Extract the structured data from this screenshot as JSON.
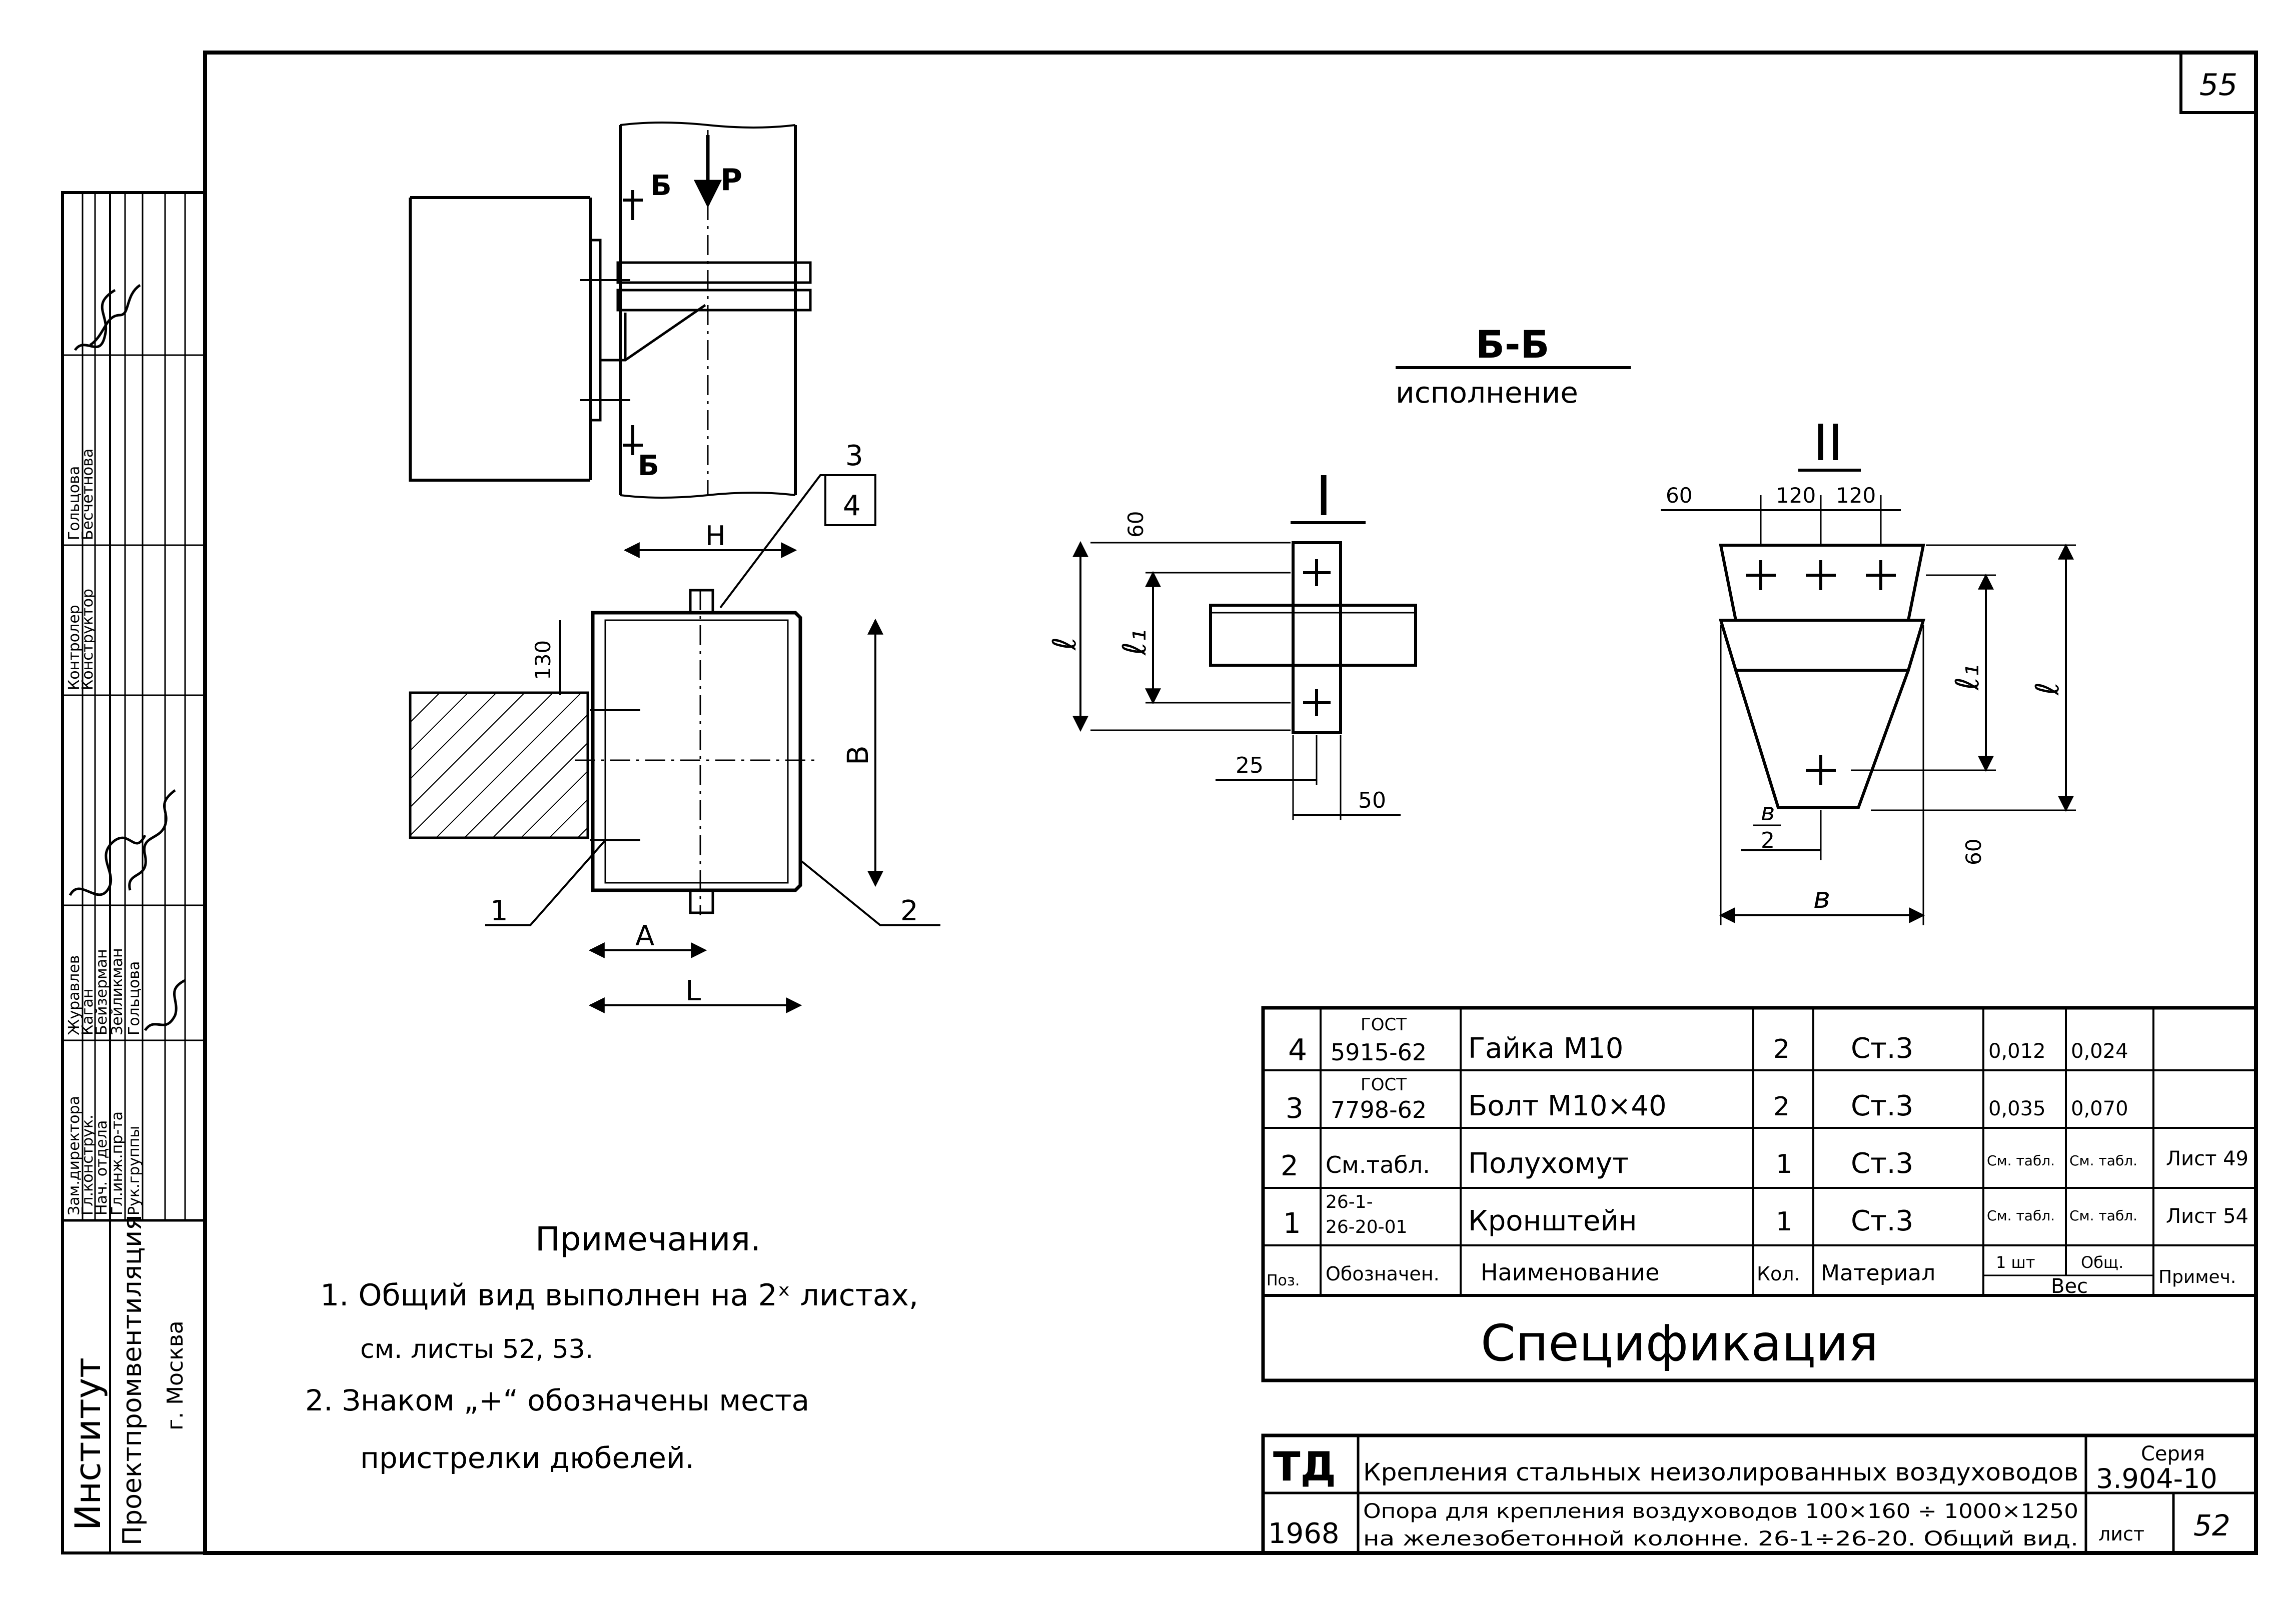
{
  "sheet": {
    "page_number": "55",
    "sheet_number": "52"
  },
  "side_stamp": {
    "institute": "Институт",
    "institute_name": "Проектпромвентиляция",
    "city": "г. Москва",
    "roles": [
      "Зам.директора",
      "Гл.конструк.",
      "Нач. отдела",
      "Гл.инж.пр-та",
      "Рук.группы"
    ],
    "names": [
      "Журавлев",
      "Каган",
      "Бейзерман",
      "Зейликман",
      "Гольцова"
    ],
    "roles2": [
      "Контролер",
      "Конструктор"
    ],
    "names2": [
      "Гольцова",
      "Бесчетнова"
    ]
  },
  "drawing": {
    "section_mark": "Б",
    "load_label": "P",
    "section_title": "Б-Б",
    "section_subtitle": "исполнение",
    "variant_1": "I",
    "variant_2": "II",
    "dims": {
      "H": "H",
      "B": "B",
      "A": "A",
      "L": "L",
      "d130": "130",
      "d60": "60",
      "l": "ℓ",
      "l1": "ℓ₁",
      "d25": "25",
      "d50": "50",
      "d120a": "120",
      "d120b": "120",
      "d60b": "60",
      "d60c": "60",
      "b": "в",
      "b2_num": "в",
      "b2_den": "2"
    },
    "callouts": {
      "p1": "1",
      "p2": "2",
      "p3": "3",
      "p4": "4"
    }
  },
  "notes": {
    "title": "Примечания.",
    "items": [
      "1. Общий вид выполнен на 2ˣ листах,",
      "см. листы 52, 53.",
      "2. Знаком „+“ обозначены места",
      "пристрелки дюбелей."
    ]
  },
  "spec": {
    "title": "Спецификация",
    "headers": {
      "pos": "Поз.",
      "designation": "Обозначен.",
      "name": "Наименование",
      "qty": "Кол.",
      "material": "Материал",
      "weight": "Вес",
      "weight_unit": "1 шт",
      "weight_total": "Общ.",
      "note": "Примеч."
    },
    "rows": [
      {
        "pos": "4",
        "des1": "ГОСТ",
        "des2": "5915-62",
        "name": "Гайка      М10",
        "qty": "2",
        "mat": "Ст.3",
        "w1": "0,012",
        "w2": "0,024",
        "note": ""
      },
      {
        "pos": "3",
        "des1": "ГОСТ",
        "des2": "7798-62",
        "name": "Болт   М10×40",
        "qty": "2",
        "mat": "Ст.3",
        "w1": "0,035",
        "w2": "0,070",
        "note": ""
      },
      {
        "pos": "2",
        "des1": "См.табл.",
        "des2": "",
        "name": "Полухомут",
        "qty": "1",
        "mat": "Ст.3",
        "w1": "См. табл.",
        "w2": "См. табл.",
        "note": "Лист 49"
      },
      {
        "pos": "1",
        "des1": "26-1-",
        "des2": "26-20-01",
        "name": "Кронштейн",
        "qty": "1",
        "mat": "Ст.3",
        "w1": "См. табл.",
        "w2": "См. табл.",
        "note": "Лист 54"
      }
    ]
  },
  "title_block": {
    "logo": "ТД",
    "year": "1968",
    "line1": "Крепления стальных неизолированных воздуховодов",
    "line2": "Опора для крепления воздуховодов 100×160 ÷ 1000×1250",
    "line3": "на железобетонной колонне. 26-1÷26-20.  Общий вид.",
    "series_label": "Серия",
    "series": "3.904-10",
    "sheet_label": "лист",
    "sheet": "52"
  }
}
